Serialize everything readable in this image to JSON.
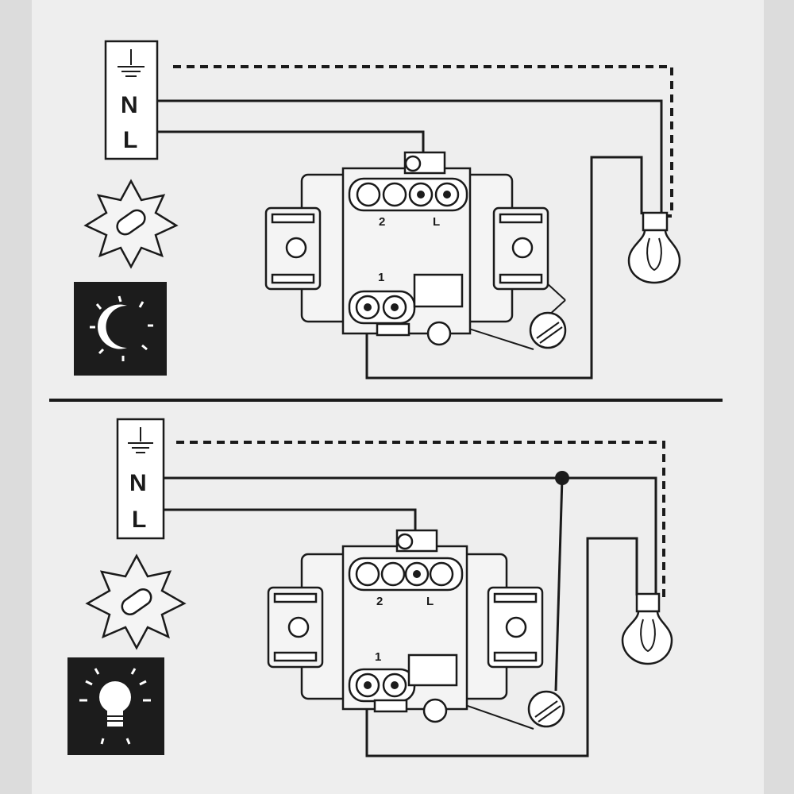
{
  "panels": [
    {
      "supply": {
        "neutral_label": "N",
        "line_label": "L"
      },
      "terminals": {
        "t2": "2",
        "tL": "L",
        "t1": "1"
      },
      "night_icon": "moon-icon"
    },
    {
      "supply": {
        "neutral_label": "N",
        "line_label": "L"
      },
      "terminals": {
        "t2": "2",
        "tL": "L",
        "t1": "1"
      },
      "night_icon": "light-bulb-on-icon"
    }
  ],
  "icons": {
    "earth": "earth-ground-icon",
    "daylight": "sun-sensor-icon",
    "lamp": "light-bulb-icon",
    "sensor": "photocell-sensor-icon"
  }
}
